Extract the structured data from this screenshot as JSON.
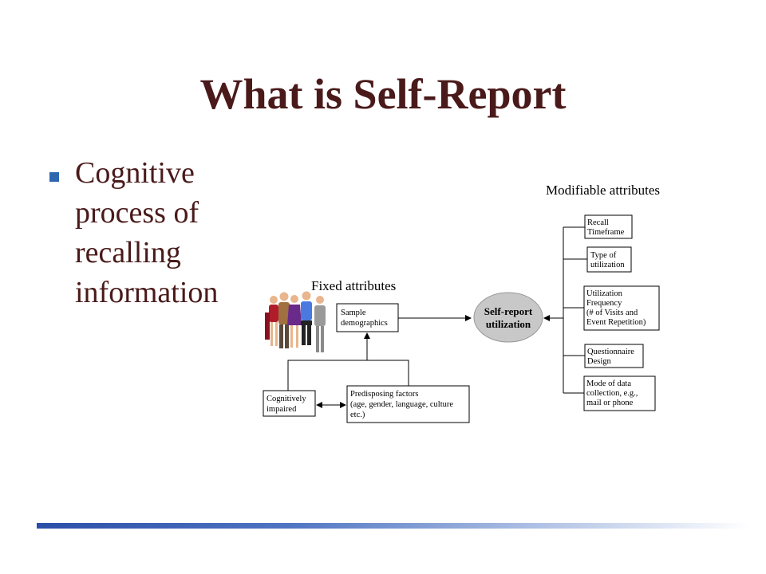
{
  "slide": {
    "title": "What is Self-Report",
    "bullet": "Cognitive\nprocess of\nrecalling\ninformation"
  },
  "diagram": {
    "modifiable_label": "Modifiable attributes",
    "fixed_label": "Fixed attributes",
    "center": [
      "Self-report",
      "utilization"
    ],
    "sample_demographics": [
      "Sample",
      "demographics"
    ],
    "cognitively_impaired": [
      "Cognitively",
      "impaired"
    ],
    "predisposing": [
      "Predisposing factors",
      "(age, gender, language, culture",
      "etc.)"
    ],
    "recall": [
      "Recall",
      "Timeframe"
    ],
    "type": [
      "Type of",
      "utilization"
    ],
    "frequency": [
      "Utilization",
      "Frequency",
      "(# of Visits and",
      "Event Repetition)"
    ],
    "questionnaire": [
      "Questionnaire",
      "Design"
    ],
    "mode": [
      "Mode of data",
      "collection, e.g.,",
      "mail or phone"
    ]
  },
  "colors": {
    "title": "#4a1a1a",
    "bullet_marker": "#2e66b0",
    "ellipse_fill": "#c8c8c8",
    "footer_start": "#2b4fa8"
  },
  "icons": {
    "bullet": "square-bullet",
    "people": "people-group-clipart"
  }
}
